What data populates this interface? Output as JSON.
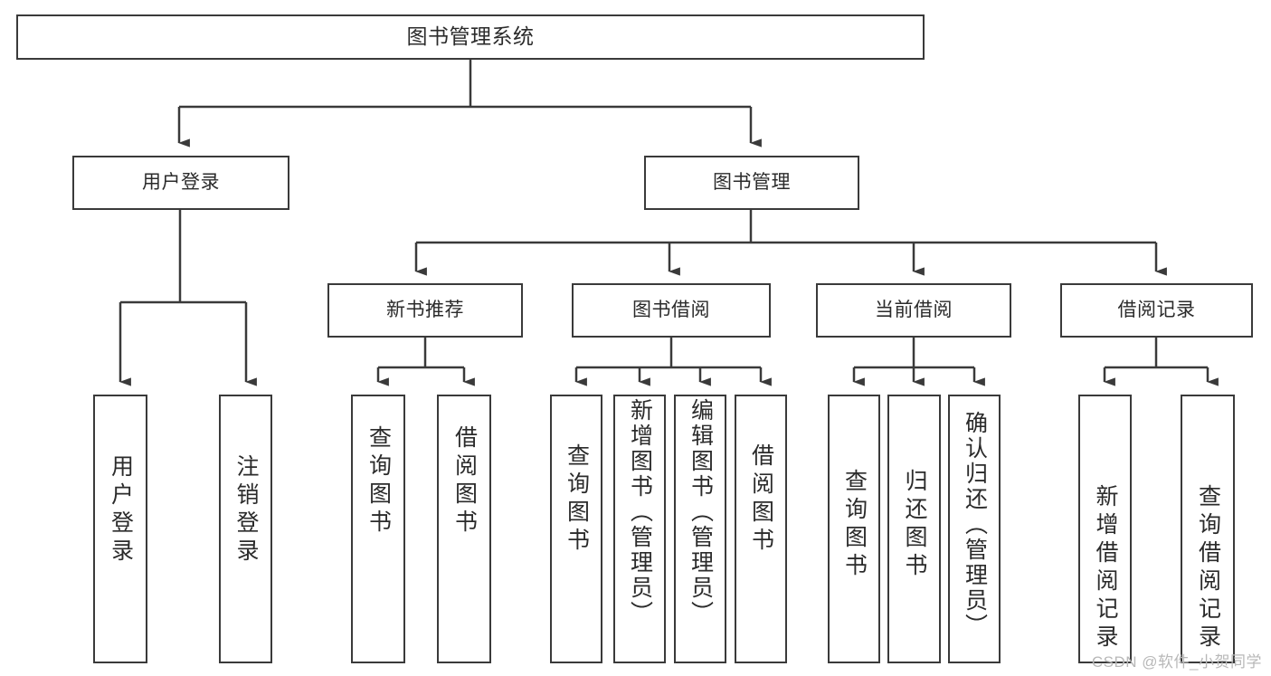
{
  "diagram": {
    "type": "tree-hierarchy",
    "title": "图书管理系统",
    "root": {
      "id": "root",
      "label": "图书管理系统"
    },
    "level2": [
      {
        "id": "login",
        "label": "用户登录"
      },
      {
        "id": "bookmgr",
        "label": "图书管理"
      }
    ],
    "level3": [
      {
        "id": "newbook",
        "label": "新书推荐",
        "parent": "bookmgr"
      },
      {
        "id": "borrow",
        "label": "图书借阅",
        "parent": "bookmgr"
      },
      {
        "id": "current",
        "label": "当前借阅",
        "parent": "bookmgr"
      },
      {
        "id": "record",
        "label": "借阅记录",
        "parent": "bookmgr"
      }
    ],
    "leaves": [
      {
        "id": "l-login",
        "label": "用户登录",
        "parent": "login"
      },
      {
        "id": "l-logout",
        "label": "注销登录",
        "parent": "login"
      },
      {
        "id": "l-nb-q",
        "label": "查询图书",
        "parent": "newbook"
      },
      {
        "id": "l-nb-b",
        "label": "借阅图书",
        "parent": "newbook"
      },
      {
        "id": "l-bo-q",
        "label": "查询图书",
        "parent": "borrow"
      },
      {
        "id": "l-bo-add",
        "label": "新增图书（管理员）",
        "parent": "borrow"
      },
      {
        "id": "l-bo-edit",
        "label": "编辑图书（管理员）",
        "parent": "borrow"
      },
      {
        "id": "l-bo-bor",
        "label": "借阅图书",
        "parent": "borrow"
      },
      {
        "id": "l-cu-q",
        "label": "查询图书",
        "parent": "current"
      },
      {
        "id": "l-cu-ret",
        "label": "归还图书",
        "parent": "current"
      },
      {
        "id": "l-cu-cfm",
        "label": "确认归还（管理员）",
        "parent": "current"
      },
      {
        "id": "l-rc-add",
        "label": "新增借阅记录",
        "parent": "record"
      },
      {
        "id": "l-rc-q",
        "label": "查询借阅记录",
        "parent": "record"
      }
    ],
    "colors": {
      "stroke": "#3a3a3a",
      "fill": "#ffffff",
      "text": "#2b2b2b",
      "watermark": "#b8b8b8"
    }
  },
  "watermark": {
    "text": "CSDN @软件_小贺同学"
  }
}
